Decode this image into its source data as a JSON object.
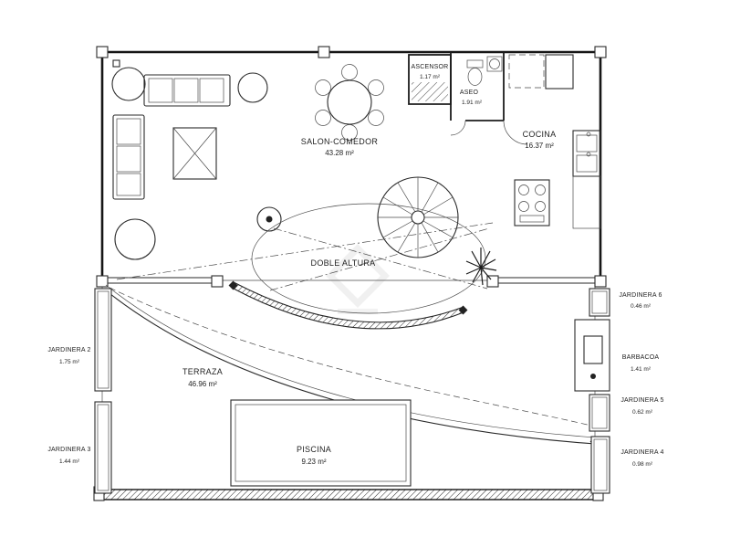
{
  "colors": {
    "ink": "#1f1f1f",
    "paper": "#ffffff"
  },
  "plan": {
    "rooms": {
      "salon": {
        "label": "SALON-COMEDOR",
        "area": "43.28 m²"
      },
      "ascensor": {
        "label": "ASCENSOR",
        "area": "1.17 m²"
      },
      "aseo": {
        "label": "ASEO",
        "area": "1.91 m²"
      },
      "cocina": {
        "label": "COCINA",
        "area": "16.37 m²"
      },
      "doble_altura": {
        "label": "DOBLE ALTURA"
      },
      "terraza": {
        "label": "TERRAZA",
        "area": "46.96 m²"
      },
      "piscina": {
        "label": "PISCINA",
        "area": "9.23 m²"
      },
      "jardinera2": {
        "label": "JARDINERA 2",
        "area": "1.75 m²"
      },
      "jardinera3": {
        "label": "JARDINERA 3",
        "area": "1.44 m²"
      },
      "jardinera4": {
        "label": "JARDINERA 4",
        "area": "0.98 m²"
      },
      "jardinera5": {
        "label": "JARDINERA 5",
        "area": "0.62 m²"
      },
      "jardinera6": {
        "label": "JARDINERA 6",
        "area": "0.46 m²"
      },
      "barbacoa": {
        "label": "BARBACOA",
        "area": "1.41 m²"
      }
    }
  }
}
